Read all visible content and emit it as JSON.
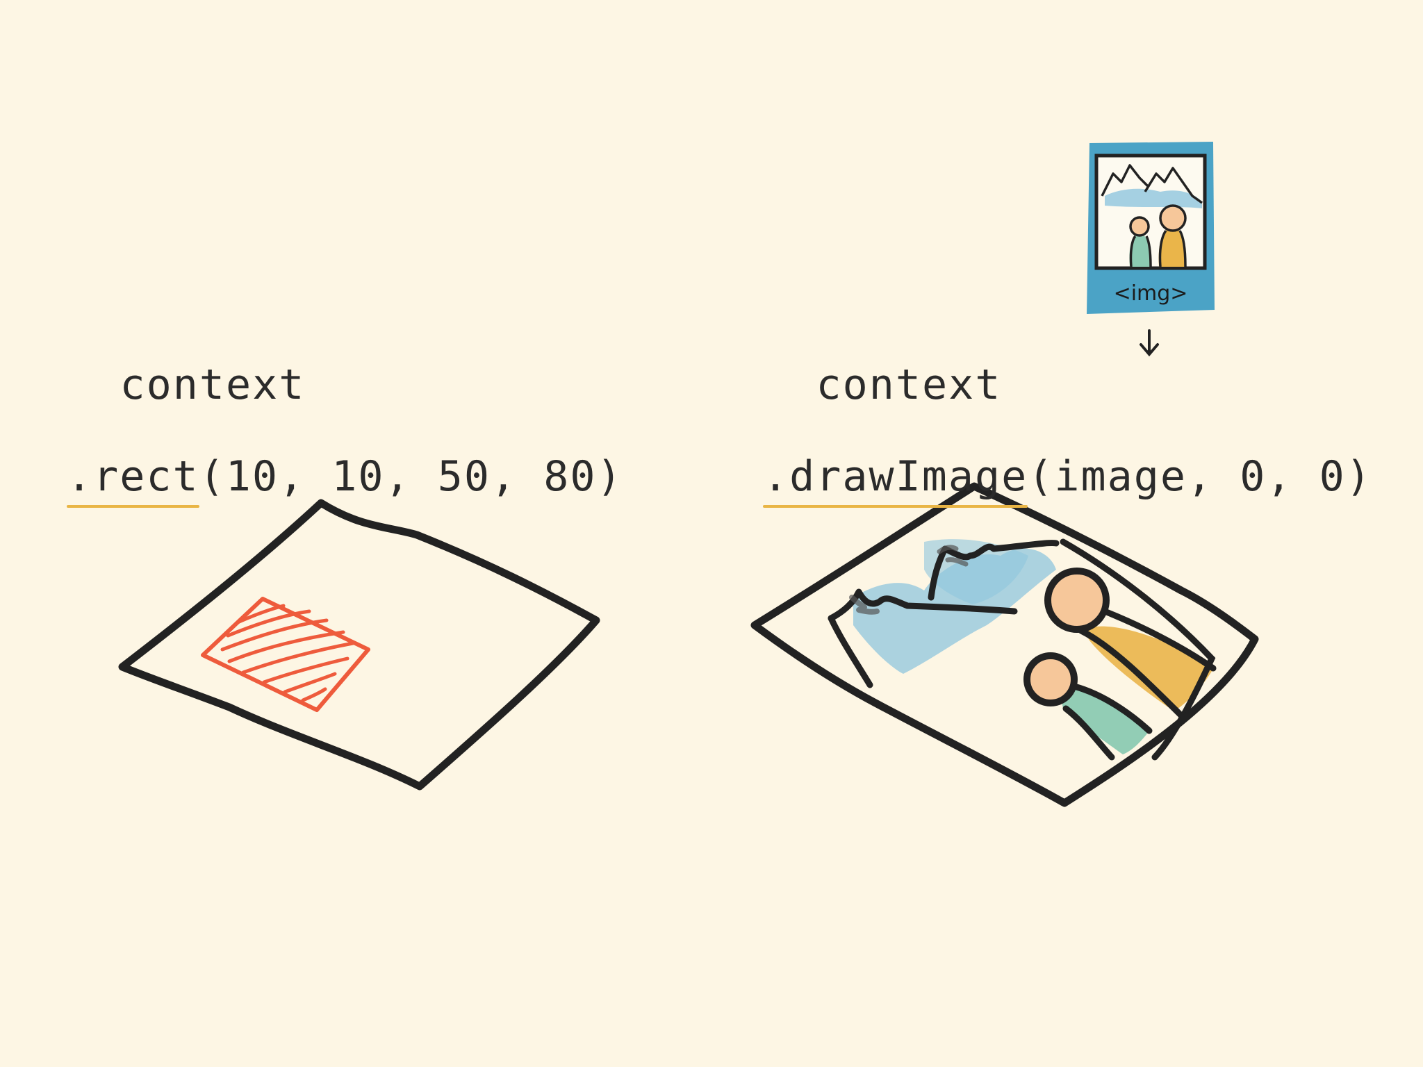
{
  "left_example": {
    "object": "context",
    "method": ".rect",
    "args": "(10, 10, 50, 80)"
  },
  "right_example": {
    "object": "context",
    "method": ".drawImage",
    "args": "(image, 0, 0)"
  },
  "image_card": {
    "label": "<img>"
  },
  "colors": {
    "background": "#fdf6e4",
    "ink": "#222222",
    "underline": "#e9b545",
    "rect_red": "#ee5b3c",
    "card_blue": "#4ba3c6",
    "sky_blue": "#8fc6de",
    "skin": "#f6c79a",
    "body_yellow": "#eab54a",
    "body_green": "#8ccab2"
  },
  "icons": [
    "down-arrow-icon",
    "image-card-icon"
  ]
}
